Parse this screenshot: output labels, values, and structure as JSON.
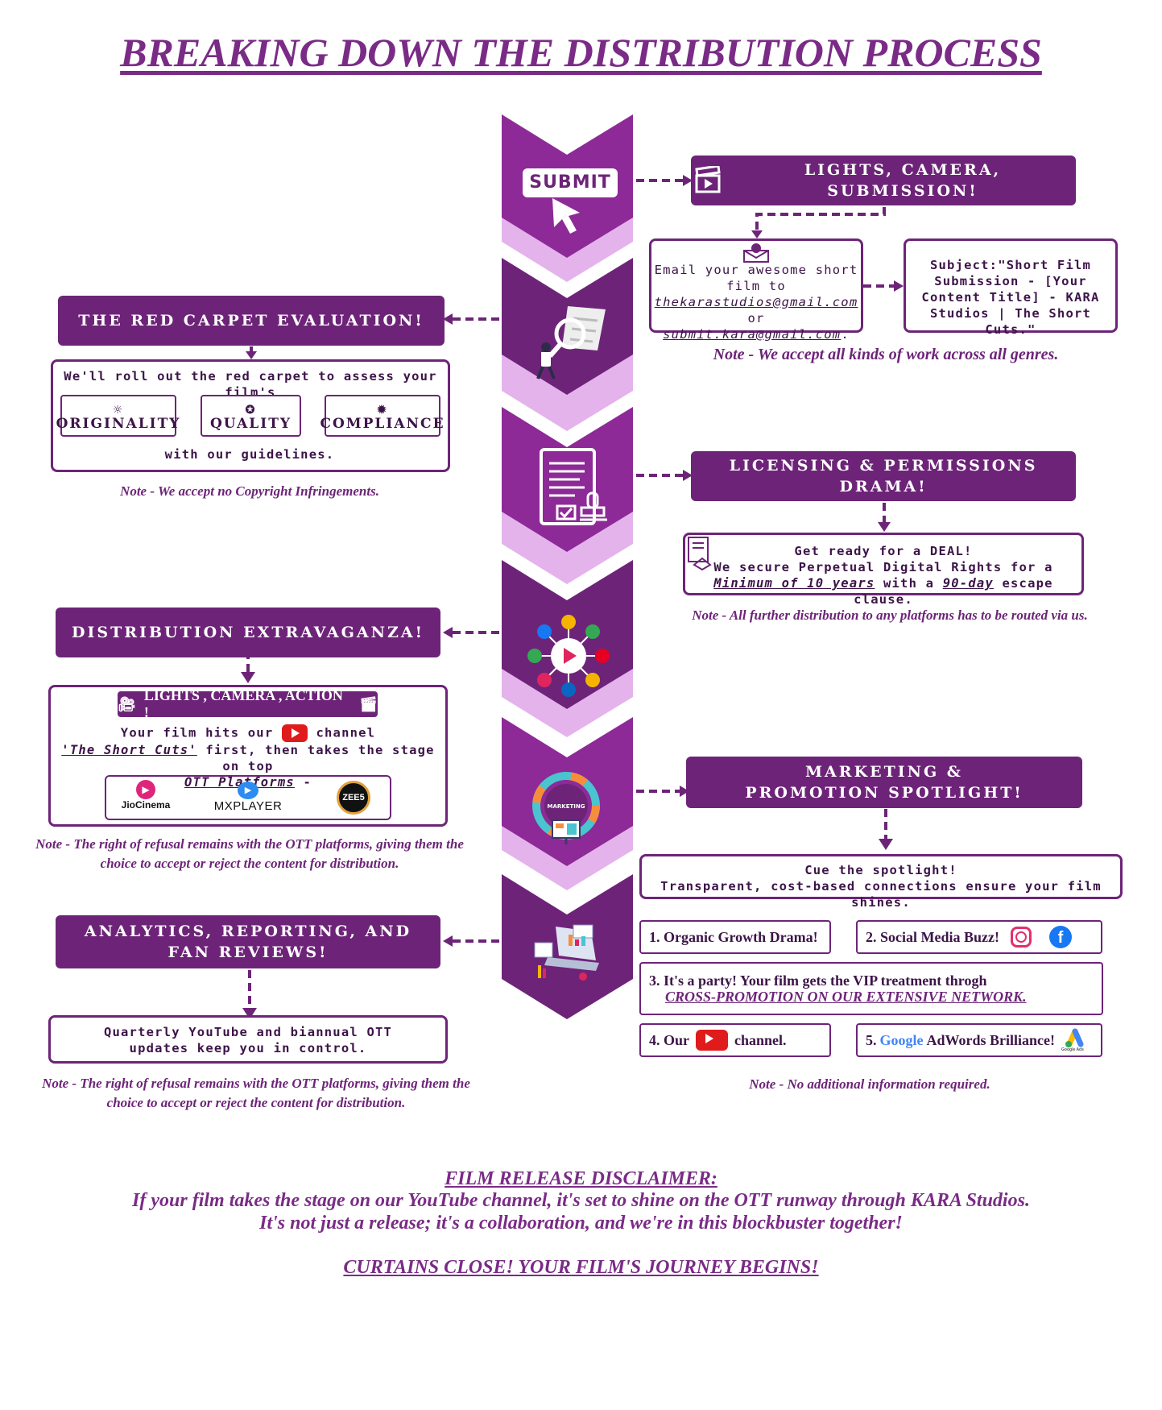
{
  "title": "BREAKING DOWN THE DISTRIBUTION PROCESS",
  "colors": {
    "primary": "#6d2478",
    "light": "#e4b3ec",
    "mid": "#8d2a97"
  },
  "spine": {
    "submit_label": "SUBMIT"
  },
  "step1": {
    "header": "LIGHTS, CAMERA, SUBMISSION!",
    "email_intro": "Email your awesome short film to",
    "email1": "thekarastudios@gmail.com",
    "or": "or",
    "email2": "submit.kara@gmail.com",
    "subject": "Subject:\"Short Film Submission - [Your Content Title] - KARA Studios | The Short Cuts.\"",
    "note": "Note - We accept all kinds of work across all genres."
  },
  "step2": {
    "header": "THE RED CARPET EVALUATION!",
    "intro": "We'll roll out the red carpet to assess your film's",
    "criteria": [
      "ORIGINALITY",
      "QUALITY",
      "COMPLIANCE"
    ],
    "outro": "with our guidelines.",
    "note": "Note -  We accept no Copyright Infringements."
  },
  "step3": {
    "header": "LICENSING & PERMISSIONS DRAMA!",
    "line1": "Get ready for a DEAL!",
    "line2": "We secure Perpetual Digital Rights for a",
    "min": "Minimum of 10 years",
    "with": "with a",
    "days": "90-day",
    "escape": "escape clause.",
    "note": "Note - All further distribution to any platforms has to be routed via us."
  },
  "step4": {
    "header": "DISTRIBUTION EXTRAVAGANZA!",
    "badge": "LIGHTS , CAMERA , ACTION !",
    "hits": "Your film hits our",
    "channel": "channel",
    "shortcuts": "'The Short Cuts'",
    "first": "first, then takes the stage on top",
    "ott": "OTT Platforms",
    "dash": "-",
    "platforms": [
      "JioCinema",
      "MXPLAYER",
      "ZEE5"
    ],
    "note": "Note -  The right of refusal remains with the OTT platforms, giving them the choice to accept or  reject the content for distribution."
  },
  "step5": {
    "header": "MARKETING & PROMOTION SPOTLIGHT!",
    "line1": "Cue the spotlight!",
    "line2": "Transparent, cost-based connections ensure your film shines.",
    "item1": "1.  Organic Growth Drama!",
    "item2": "2. Social Media Buzz!",
    "item3a": "3. It's a party! Your film gets the VIP treatment throgh",
    "item3b": "CROSS-PROMOTION ON OUR EXTENSIVE NETWORK.",
    "item4a": "4. Our",
    "item4b": "channel.",
    "item5a": "5.",
    "item5google": "Google",
    "item5b": "AdWords Brilliance!",
    "icon_label": "MARKETING",
    "ads_label": "Google Ads",
    "note": "Note - No additional information  required."
  },
  "step6": {
    "header": "ANALYTICS, REPORTING, AND FAN REVIEWS!",
    "line": "Quarterly YouTube and biannual OTT updates keep you in control.",
    "note": "Note -  The right of refusal remains with the OTT platforms, giving them the choice to accept or  reject the content for distribution."
  },
  "disclaimer": {
    "heading": "FILM RELEASE DISCLAIMER:",
    "line1": "If your film takes the stage on our YouTube channel, it's set to shine on the OTT runway through KARA Studios.",
    "line2": "It's not just a release; it's a collaboration, and we're in this blockbuster together!",
    "closing": "CURTAINS CLOSE! YOUR FILM'S JOURNEY BEGINS!"
  }
}
